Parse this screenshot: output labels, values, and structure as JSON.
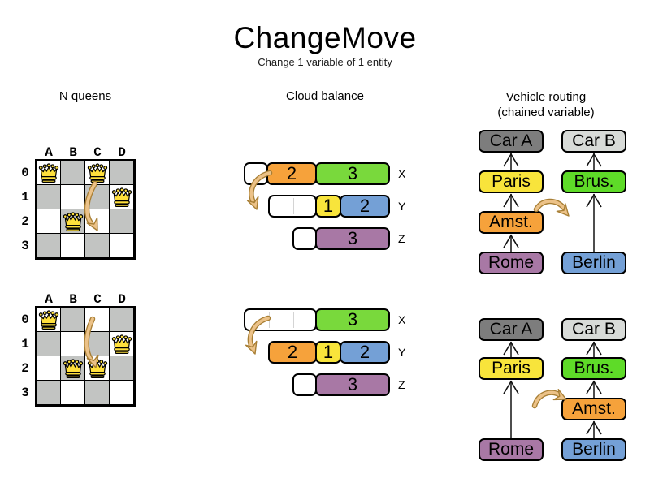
{
  "header": {
    "title": "ChangeMove",
    "subtitle": "Change 1 variable of 1 entity"
  },
  "columns": {
    "nqueens": {
      "label": "N queens"
    },
    "cloud": {
      "label": "Cloud balance"
    },
    "vehicle": {
      "label": "Vehicle routing",
      "sublabel": "(chained variable)"
    }
  },
  "colors": {
    "board_light": "#ffffff",
    "board_dark": "#c2c4c2",
    "queen": "#ffe03c",
    "orange": "#f6a23b",
    "green": "#79d93c",
    "green_node": "#5edb28",
    "yellow": "#f8e43b",
    "blue": "#74a0d6",
    "purple": "#a878a5",
    "car_a": "#7d7d7d",
    "car_b": "#d8dbd8",
    "arrow_fill": "#ecc288",
    "arrow_stroke": "#a87f35",
    "chain_line": "#4d4d4d",
    "chain_head": "#111111"
  },
  "nqueens": {
    "column_labels": [
      "A",
      "B",
      "C",
      "D"
    ],
    "row_labels": [
      "0",
      "1",
      "2",
      "3"
    ],
    "boards": [
      {
        "id": "before",
        "queens": [
          {
            "col": 0,
            "row": 0
          },
          {
            "col": 2,
            "row": 0
          },
          {
            "col": 3,
            "row": 1
          },
          {
            "col": 1,
            "row": 2
          }
        ]
      },
      {
        "id": "after",
        "queens": [
          {
            "col": 0,
            "row": 0
          },
          {
            "col": 3,
            "row": 1
          },
          {
            "col": 1,
            "row": 2
          },
          {
            "col": 2,
            "row": 2
          }
        ]
      }
    ]
  },
  "cloud": {
    "states": [
      {
        "id": "before",
        "rows": [
          {
            "label": "X",
            "segments": [
              {
                "empty": true,
                "units": 1
              },
              {
                "color": "orange",
                "value": "2",
                "units": 2
              },
              {
                "color": "green",
                "value": "3",
                "units": 3
              }
            ]
          },
          {
            "label": "Y",
            "segments": [
              {
                "empty": true,
                "units": 2
              },
              {
                "color": "yellow",
                "value": "1",
                "units": 1
              },
              {
                "color": "blue",
                "value": "2",
                "units": 2
              }
            ]
          },
          {
            "label": "Z",
            "segments": [
              {
                "empty": true,
                "units": 1
              },
              {
                "color": "purple",
                "value": "3",
                "units": 3
              }
            ]
          }
        ]
      },
      {
        "id": "after",
        "rows": [
          {
            "label": "X",
            "segments": [
              {
                "empty": true,
                "units": 3
              },
              {
                "color": "green",
                "value": "3",
                "units": 3
              }
            ]
          },
          {
            "label": "Y",
            "segments": [
              {
                "color": "orange",
                "value": "2",
                "units": 2
              },
              {
                "color": "yellow",
                "value": "1",
                "units": 1
              },
              {
                "color": "blue",
                "value": "2",
                "units": 2
              }
            ]
          },
          {
            "label": "Z",
            "segments": [
              {
                "empty": true,
                "units": 1
              },
              {
                "color": "purple",
                "value": "3",
                "units": 3
              }
            ]
          }
        ]
      }
    ]
  },
  "vehicle": {
    "states": [
      {
        "id": "before",
        "nodes": [
          {
            "id": "carA",
            "label": "Car A",
            "color": "car_a",
            "col": 0,
            "row": 0
          },
          {
            "id": "carB",
            "label": "Car B",
            "color": "car_b",
            "col": 1,
            "row": 0
          },
          {
            "id": "paris",
            "label": "Paris",
            "color": "yellow",
            "col": 0,
            "row": 1
          },
          {
            "id": "brus",
            "label": "Brus.",
            "color": "green_node",
            "col": 1,
            "row": 1
          },
          {
            "id": "amst",
            "label": "Amst.",
            "color": "orange",
            "col": 0,
            "row": 2
          },
          {
            "id": "rome",
            "label": "Rome",
            "color": "purple",
            "col": 0,
            "row": 3
          },
          {
            "id": "berlin",
            "label": "Berlin",
            "color": "blue",
            "col": 1,
            "row": 3
          }
        ],
        "links": [
          [
            "paris",
            "carA"
          ],
          [
            "amst",
            "paris"
          ],
          [
            "rome",
            "amst"
          ],
          [
            "brus",
            "carB"
          ],
          [
            "berlin",
            "brus"
          ]
        ]
      },
      {
        "id": "after",
        "nodes": [
          {
            "id": "carA",
            "label": "Car A",
            "color": "car_a",
            "col": 0,
            "row": 0
          },
          {
            "id": "carB",
            "label": "Car B",
            "color": "car_b",
            "col": 1,
            "row": 0
          },
          {
            "id": "paris",
            "label": "Paris",
            "color": "yellow",
            "col": 0,
            "row": 1
          },
          {
            "id": "brus",
            "label": "Brus.",
            "color": "green_node",
            "col": 1,
            "row": 1
          },
          {
            "id": "amst",
            "label": "Amst.",
            "color": "orange",
            "col": 1,
            "row": 2
          },
          {
            "id": "rome",
            "label": "Rome",
            "color": "purple",
            "col": 0,
            "row": 3
          },
          {
            "id": "berlin",
            "label": "Berlin",
            "color": "blue",
            "col": 1,
            "row": 3
          }
        ],
        "links": [
          [
            "paris",
            "carA"
          ],
          [
            "rome",
            "paris"
          ],
          [
            "brus",
            "carB"
          ],
          [
            "amst",
            "brus"
          ],
          [
            "berlin",
            "amst"
          ]
        ]
      }
    ]
  }
}
